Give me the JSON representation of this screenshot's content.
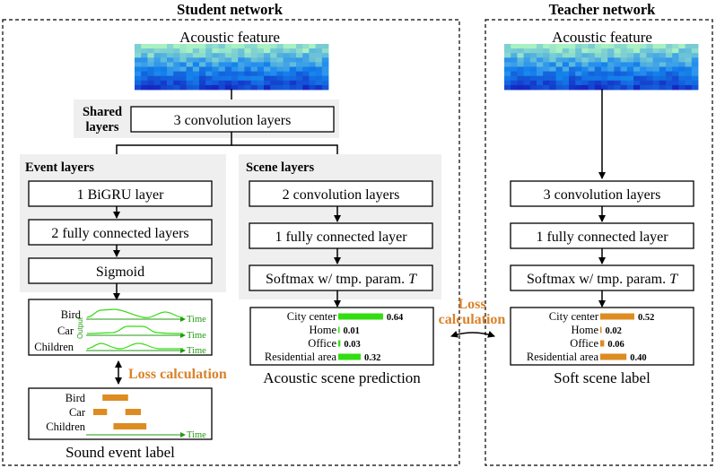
{
  "student": {
    "title": "Student network",
    "acoustic_feature": "Acoustic feature",
    "shared_label_1": "Shared",
    "shared_label_2": "layers",
    "shared_box": "3 convolution layers",
    "event_title": "Event layers",
    "event_boxes": [
      "1 BiGRU layer",
      "2 fully connected layers",
      "Sigmoid"
    ],
    "scene_title": "Scene layers",
    "scene_boxes": [
      "2 convolution layers",
      "1 fully connected layer"
    ],
    "scene_softmax": "Softmax w/ tmp. param. ",
    "scene_softmax_var": "T",
    "event_output": {
      "classes": [
        "Bird",
        "Car",
        "Children"
      ],
      "axis_label": "Time",
      "y_label": "Output"
    },
    "event_loss": "Loss calculation",
    "sound_event_label": {
      "classes": [
        "Bird",
        "Car",
        "Children"
      ],
      "axis_label": "Time",
      "caption": "Sound event label",
      "segments": [
        {
          "row": 0,
          "start": 0.1,
          "end": 0.38
        },
        {
          "row": 1,
          "start": 0.0,
          "end": 0.15
        },
        {
          "row": 1,
          "start": 0.35,
          "end": 0.52
        },
        {
          "row": 2,
          "start": 0.22,
          "end": 0.58
        }
      ]
    },
    "scene_prediction": {
      "caption": "Acoustic scene prediction",
      "categories": [
        "City center",
        "Home",
        "Office",
        "Residential area"
      ],
      "values": [
        0.64,
        0.01,
        0.03,
        0.32
      ],
      "labels": [
        "0.64",
        "0.01",
        "0.03",
        "0.32"
      ],
      "color": "#33dd11"
    }
  },
  "cross_loss": {
    "line1": "Loss",
    "line2": "calculation"
  },
  "teacher": {
    "title": "Teacher network",
    "acoustic_feature": "Acoustic feature",
    "boxes": [
      "3 convolution layers",
      "1 fully connected layer"
    ],
    "softmax": "Softmax w/ tmp. param. ",
    "softmax_var": "T",
    "soft_label": {
      "caption": "Soft scene label",
      "categories": [
        "City center",
        "Home",
        "Office",
        "Residential area"
      ],
      "values": [
        0.52,
        0.02,
        0.06,
        0.4
      ],
      "labels": [
        "0.52",
        "0.02",
        "0.06",
        "0.40"
      ],
      "color": "#dd8c22"
    }
  },
  "colors": {
    "loss_text": "#d9822b",
    "event_curve": "#33dd11",
    "event_axis_text": "#229911",
    "event_label_bar": "#dd8c22",
    "panel": "#efefef"
  }
}
